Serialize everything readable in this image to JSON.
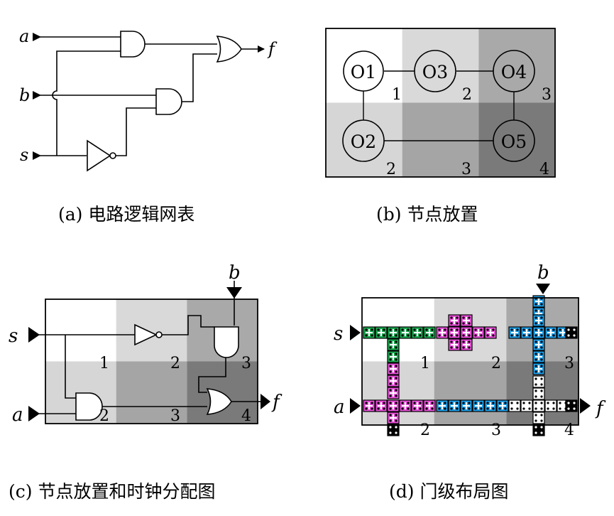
{
  "panels": {
    "a": {
      "caption_prefix": "(a)",
      "caption_text": "电路逻辑网表",
      "inputs": [
        "a",
        "b",
        "s"
      ],
      "output": "f"
    },
    "b": {
      "caption_prefix": "(b)",
      "caption_text": "节点放置",
      "nodes": [
        "O1",
        "O2",
        "O3",
        "O4",
        "O5"
      ],
      "region_numbers": [
        "1",
        "2",
        "3",
        "2",
        "3",
        "4"
      ],
      "region_shades": [
        "#ffffff",
        "#d9d9d9",
        "#a9a9a9",
        "#d6d6d6",
        "#a5a5a5",
        "#7a7a7a"
      ]
    },
    "c": {
      "caption_prefix": "(c)",
      "caption_text": "节点放置和时钟分配图",
      "inputs": [
        "s",
        "a",
        "b"
      ],
      "output": "f",
      "region_numbers": [
        "1",
        "2",
        "3",
        "2",
        "3",
        "4"
      ],
      "region_shades": [
        "#ffffff",
        "#d9d9d9",
        "#a9a9a9",
        "#d6d6d6",
        "#a5a5a5",
        "#7a7a7a"
      ]
    },
    "d": {
      "caption_prefix": "(d)",
      "caption_text": "门级布局图",
      "inputs": [
        "s",
        "a",
        "b"
      ],
      "output": "f",
      "region_numbers": [
        "1",
        "2",
        "3",
        "2",
        "3",
        "4"
      ],
      "region_shades": [
        "#ffffff",
        "#d9d9d9",
        "#a9a9a9",
        "#d6d6d6",
        "#a5a5a5",
        "#7a7a7a"
      ],
      "cell_colors": {
        "green": "#1aa84f",
        "magenta": "#e64fd6",
        "cyan": "#1f9ee6",
        "white": "#ffffff",
        "black": "#000000"
      }
    }
  }
}
